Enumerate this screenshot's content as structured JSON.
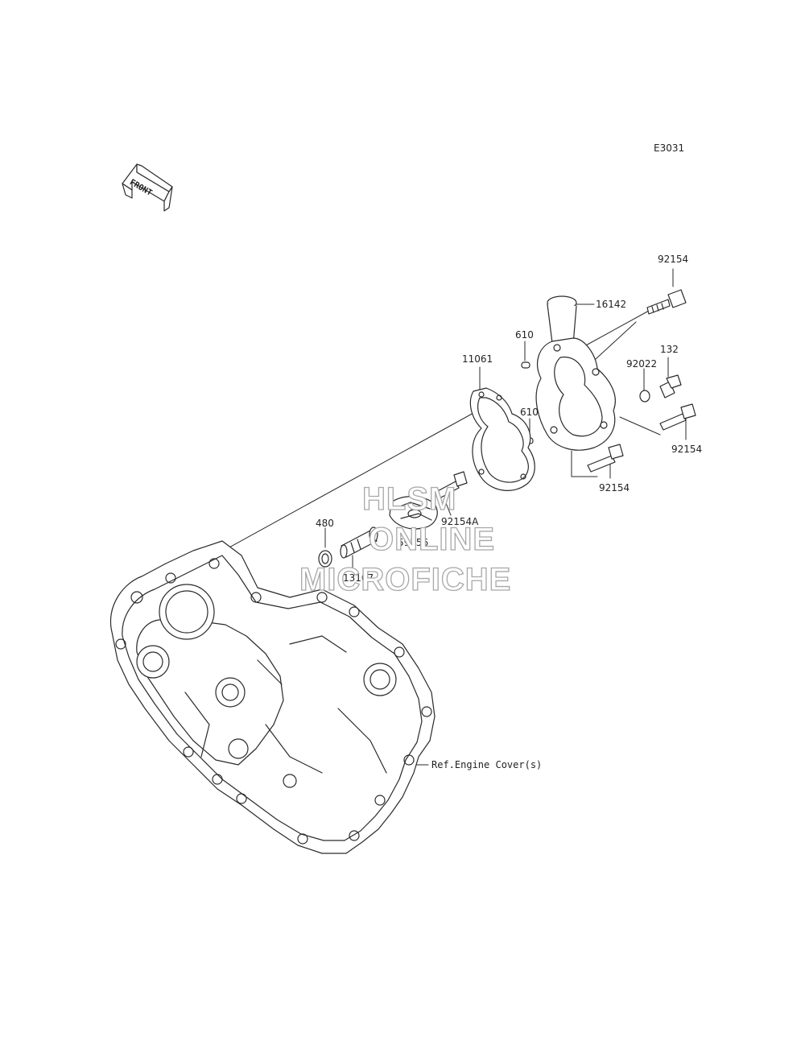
{
  "diagram_code": "E3031",
  "front_arrow_text": "FRONT",
  "reference_label": "Ref.Engine Cover(s)",
  "watermark": {
    "line1": "HLSM",
    "line2": "ONLINE",
    "line3": "MICROFICHE"
  },
  "parts": {
    "p92154_top": "92154",
    "p16142": "16142",
    "p610_top": "610",
    "p11061": "11061",
    "p92022": "92022",
    "p132": "132",
    "p610_mid": "610",
    "p92154_right": "92154",
    "p92154_bottom": "92154",
    "p92154A": "92154A",
    "p480": "480",
    "p59256": "59256",
    "p13107": "13107"
  },
  "colors": {
    "line": "#2a2a2a",
    "watermark_stroke": "#a8a8a8"
  }
}
